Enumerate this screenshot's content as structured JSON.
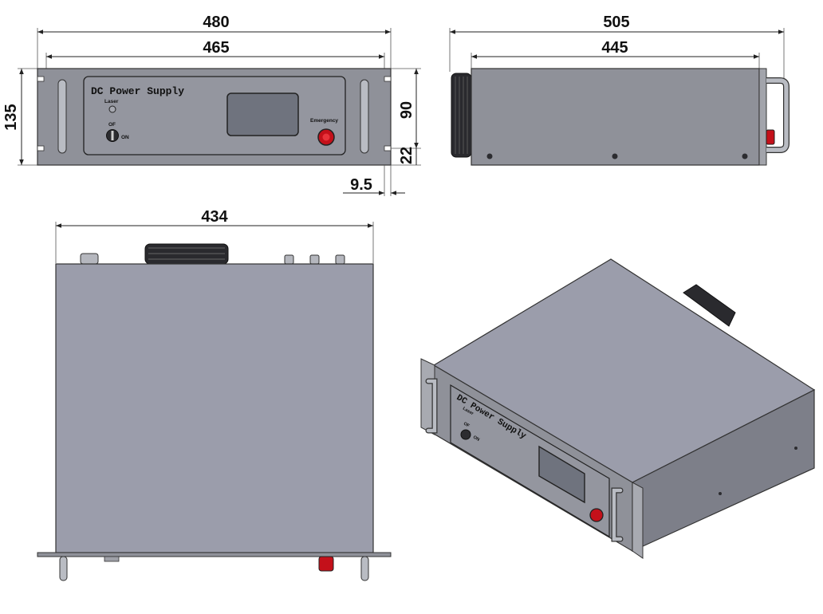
{
  "dimensions": {
    "front_overall_width": "480",
    "front_panel_width": "465",
    "front_height": "135",
    "front_window_height": "90",
    "front_bottom_offset": "22",
    "front_ear_offset": "9.5",
    "side_overall_depth": "505",
    "side_body_depth": "445",
    "top_body_width": "434"
  },
  "front_panel": {
    "title": "DC Power Supply",
    "laser_label": "Laser",
    "off_label": "OF",
    "on_label": "ON",
    "emergency_label": "Emergency"
  },
  "colors": {
    "body": "#8f9199",
    "body_top": "#9b9dab",
    "body_side": "#7d7f89",
    "panel_inner": "#94969f",
    "screen": "#6f737e",
    "emergency": "#c4101a",
    "handle": "#b9bcc3",
    "fan": "#2a2a2e"
  }
}
